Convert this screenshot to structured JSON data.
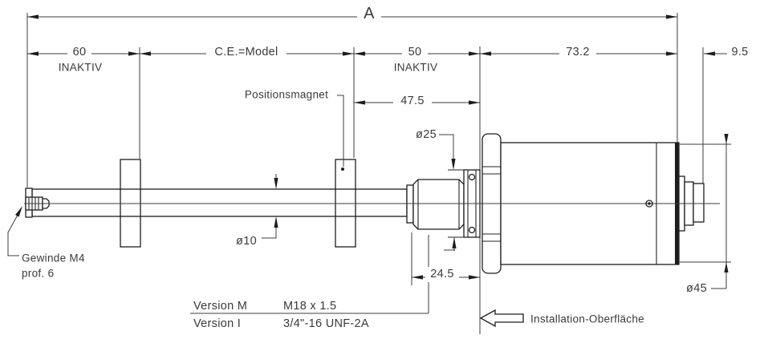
{
  "drawing": {
    "type": "technical-dimension-drawing",
    "overall_dim": "A",
    "dims": {
      "inactive_left": "60",
      "inactive_left_label": "INAKTIV",
      "stroke_range": "C.E.=Model",
      "inactive_right": "50",
      "inactive_right_label": "INAKTIV",
      "head_length": "73.2",
      "connector_length": "9.5",
      "magnet_to_surface": "47.5",
      "collar_diameter": "ø25",
      "rod_diameter": "ø10",
      "thread_to_surface": "24.5",
      "body_diameter": "ø45"
    },
    "labels": {
      "position_magnet": "Positionsmagnet",
      "front_thread": "Gewinde M4",
      "front_thread_depth": "prof. 6",
      "mounting_surface": "Installation-Oberfläche"
    },
    "thread_table": {
      "rows": [
        {
          "name": "Version M",
          "value": "M18 x 1.5"
        },
        {
          "name": "Version I",
          "value": "3/4\"-16 UNF-2A"
        }
      ]
    },
    "colors": {
      "background": "#ffffff",
      "line": "#232323",
      "text": "#3a3a3a"
    }
  }
}
